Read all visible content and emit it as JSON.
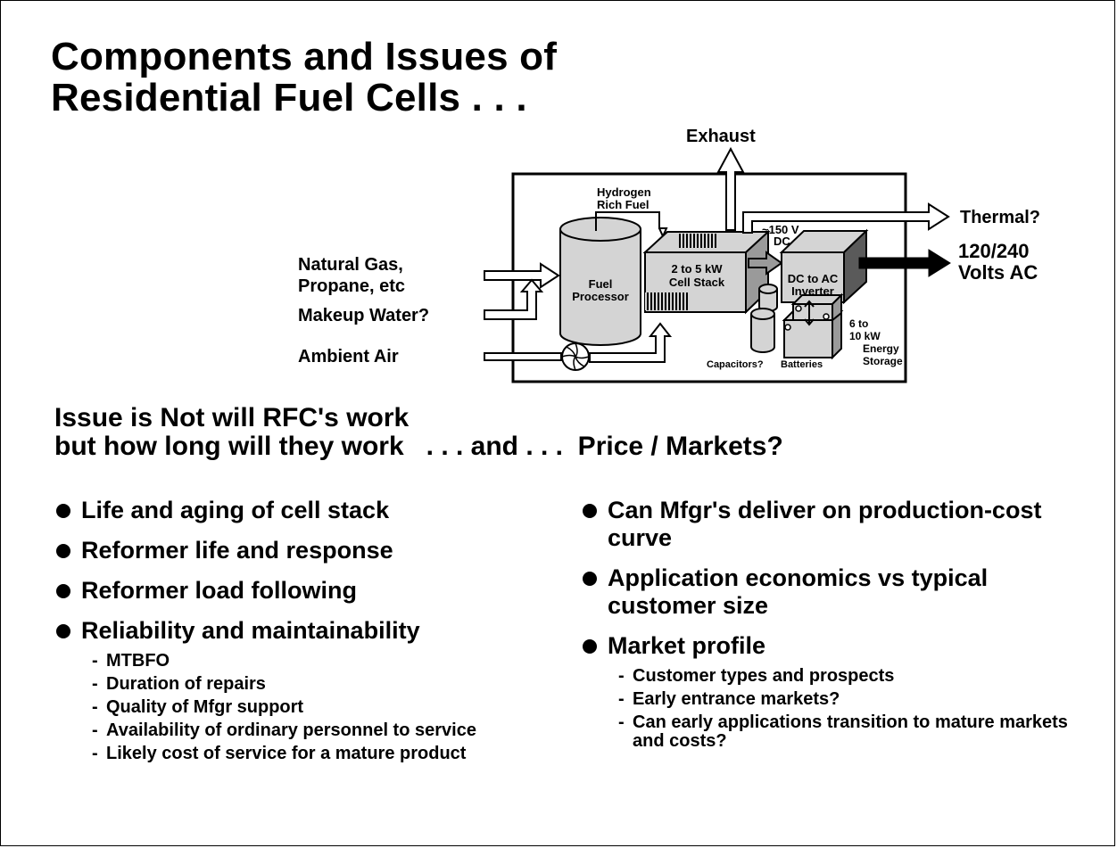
{
  "title": {
    "line1": "Components and Issues of",
    "line2": "Residential Fuel Cells . . ."
  },
  "diagram": {
    "exhaust": "Exhaust",
    "hydrogen_line1": "Hydrogen",
    "hydrogen_line2": "Rich Fuel",
    "thermal": "Thermal?",
    "dc_voltage_line1": "~150 V",
    "dc_voltage_line2": "DC",
    "ac_output_line1": "120/240",
    "ac_output_line2": "Volts AC",
    "natural_gas_line1": "Natural Gas,",
    "natural_gas_line2": "Propane, etc",
    "makeup_water": "Makeup Water?",
    "ambient_air": "Ambient Air",
    "fuel_processor_line1": "Fuel",
    "fuel_processor_line2": "Processor",
    "cell_stack_line1": "2 to 5 kW",
    "cell_stack_line2": "Cell Stack",
    "inverter_line1": "DC to AC",
    "inverter_line2": "Inverter",
    "storage_line1": "6 to",
    "storage_line2": "10 kW",
    "storage_line3": "Energy",
    "storage_line4": "Storage",
    "capacitors": "Capacitors?",
    "batteries": "Batteries"
  },
  "issue": {
    "line1": "Issue is Not will RFC's work",
    "line2": "but how long will they work   . . . and . . .  Price / Markets?"
  },
  "left_bullets": {
    "b1": "Life and aging of cell stack",
    "b2": "Reformer life and response",
    "b3": "Reformer load following",
    "b4": "Reliability and maintainability",
    "b4_subs": {
      "s1": "MTBFO",
      "s2": "Duration of repairs",
      "s3": "Quality of Mfgr support",
      "s4": "Availability of ordinary personnel to service",
      "s5": "Likely cost of service for a mature product"
    }
  },
  "right_bullets": {
    "b1": "Can Mfgr's deliver on production-cost curve",
    "b2": "Application economics vs typical customer size",
    "b3": "Market profile",
    "b3_subs": {
      "s1": "Customer types and prospects",
      "s2": "Early entrance markets?",
      "s3": "Can early applications transition to mature markets and costs?"
    }
  }
}
